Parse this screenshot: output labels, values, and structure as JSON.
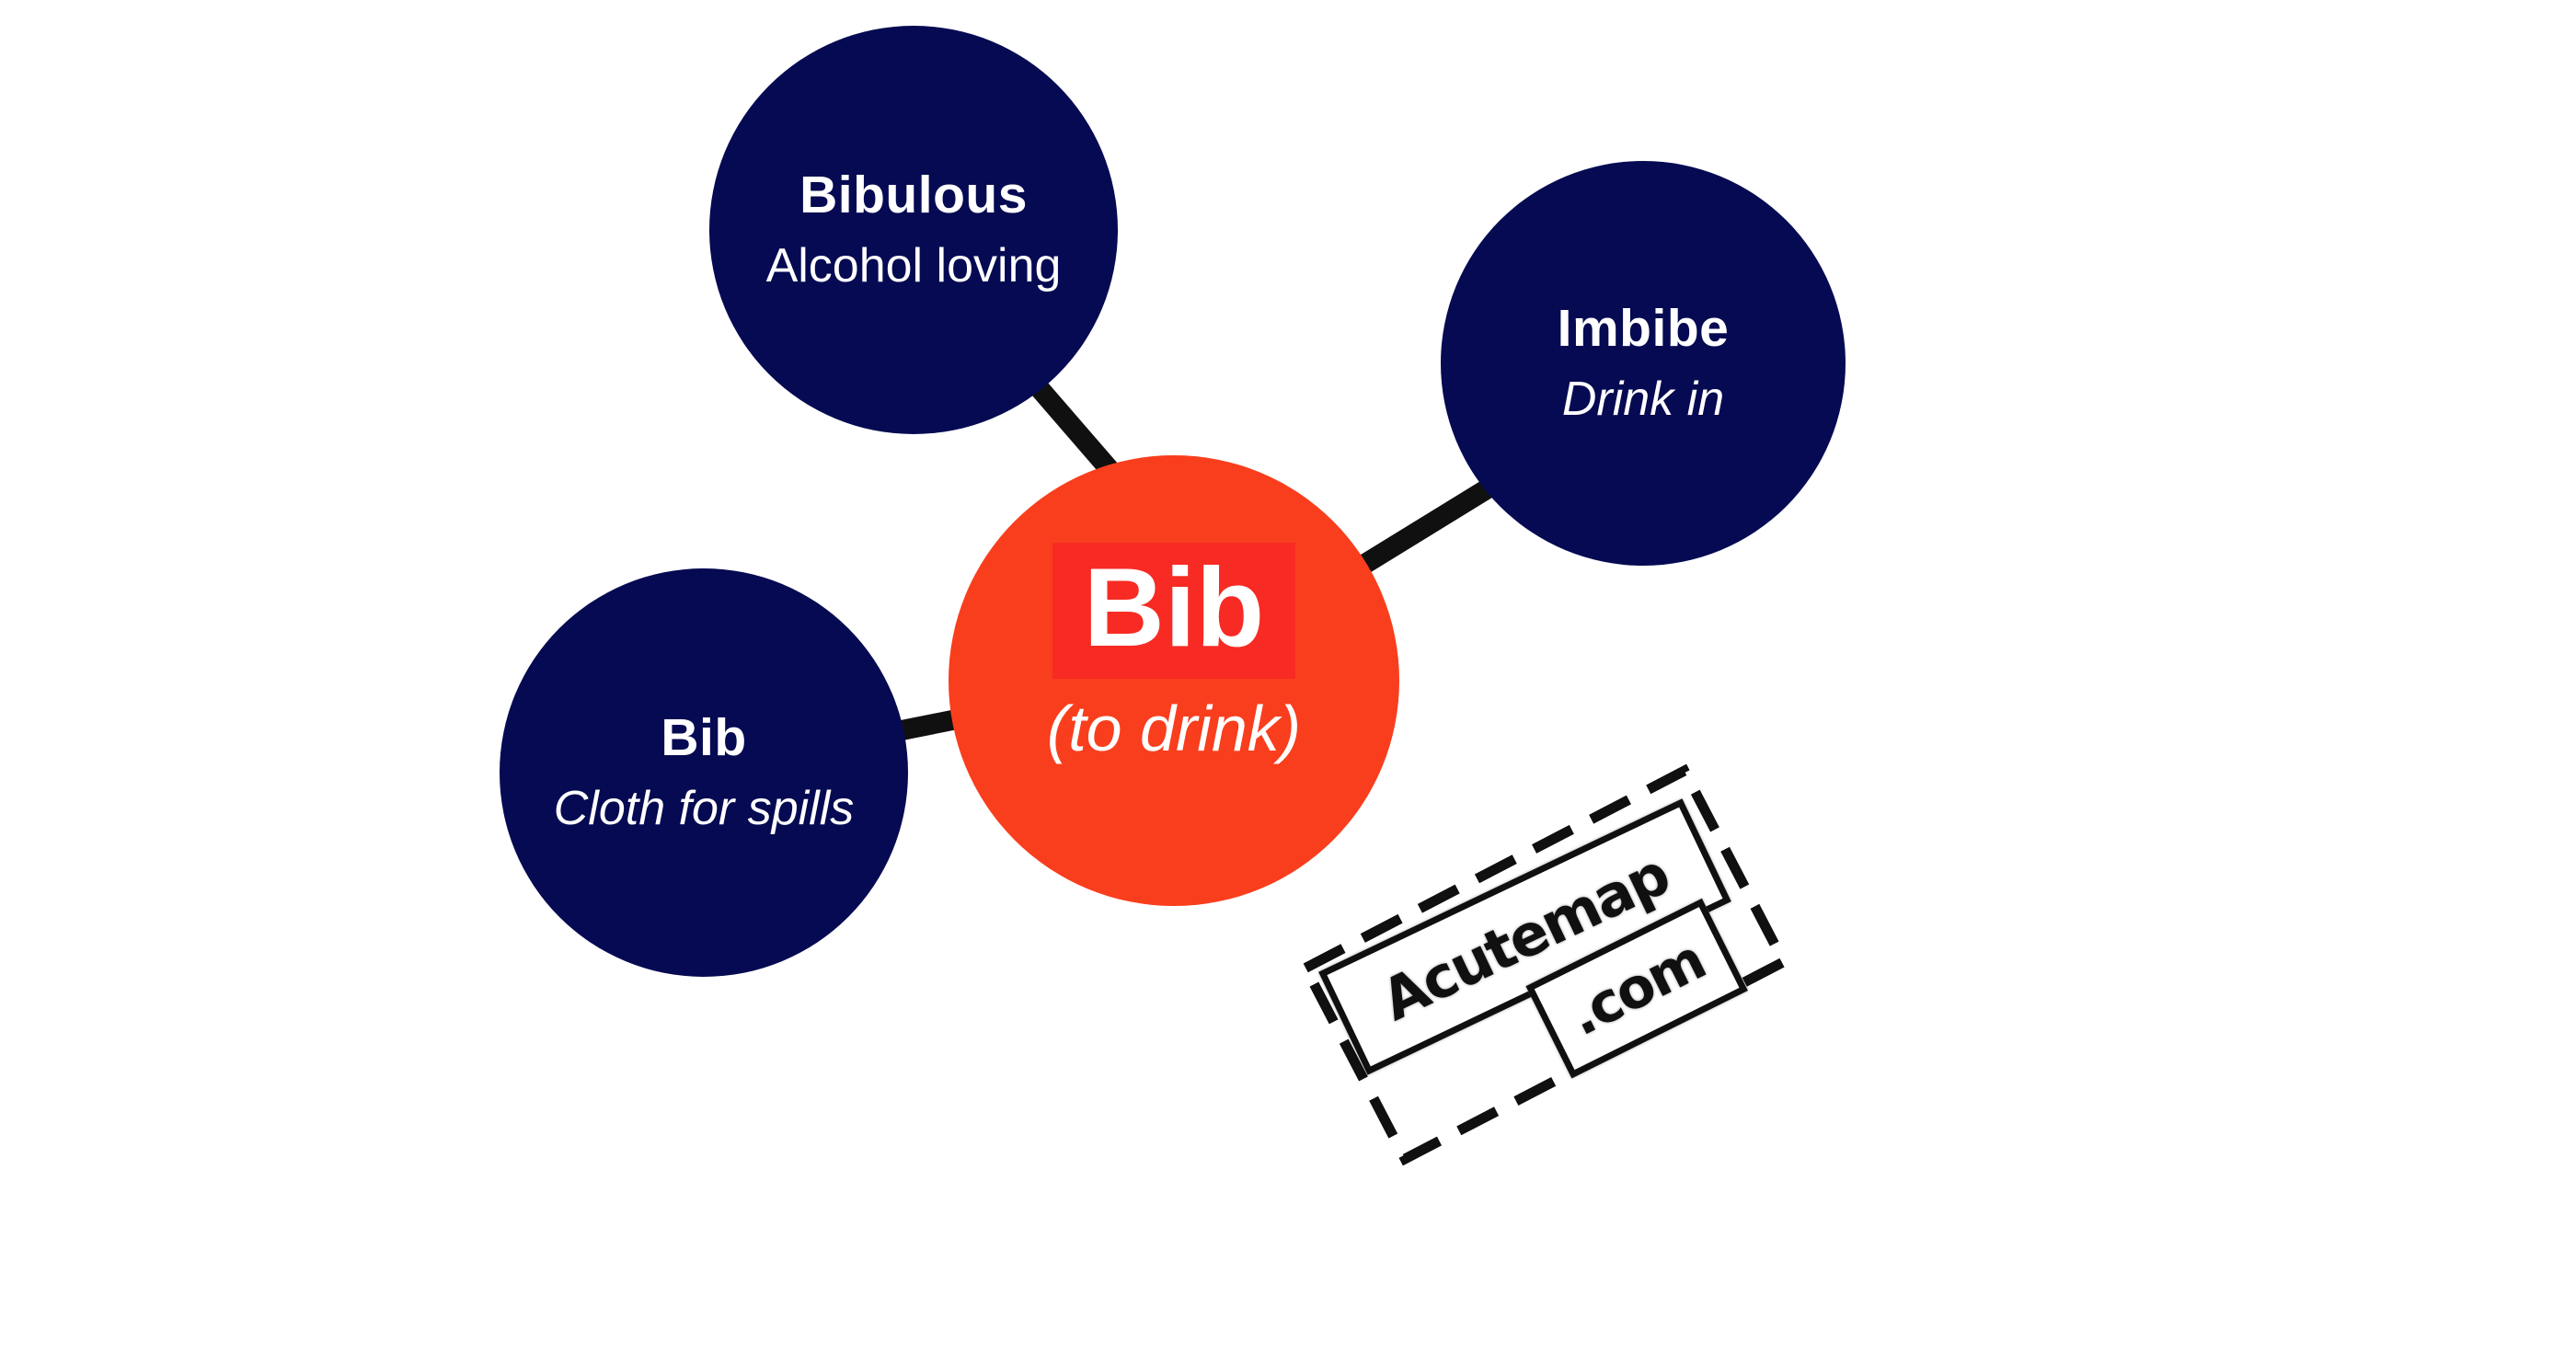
{
  "diagram": {
    "title_word_root": "Bib",
    "center": {
      "word": "Bib",
      "meaning": "(to drink)"
    },
    "nodes": [
      {
        "id": "bibulous",
        "word": "Bibulous",
        "meaning": "Alcohol loving"
      },
      {
        "id": "imbibe",
        "word": "Imbibe",
        "meaning": "Drink in"
      },
      {
        "id": "bib",
        "word": "Bib",
        "meaning": "Cloth for spills"
      }
    ],
    "colors": {
      "satellite_fill": "#050a52",
      "center_fill": "#f93e1d",
      "center_highlight": "#f72b23",
      "connector": "#101010",
      "text": "#ffffff",
      "background": "#ffffff"
    }
  },
  "watermark": {
    "line1": "Acutemap",
    "line2": ".com"
  }
}
